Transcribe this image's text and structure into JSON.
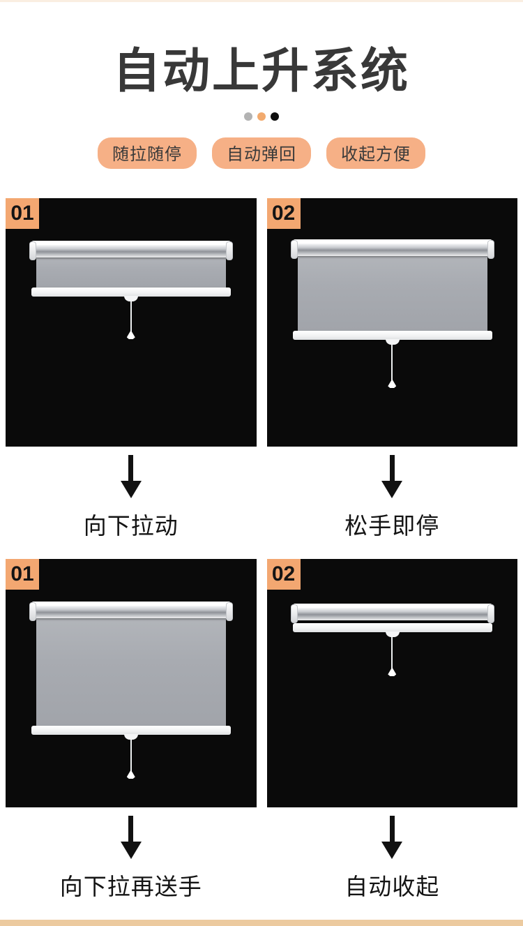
{
  "theme": {
    "accent_pill": "#f6b086",
    "accent_label": "#f3a771",
    "top_strip": "#faeee1",
    "bottom_strip": "#ecca9f",
    "panel_background": "#0a0a0a",
    "blind_fabric": "#a8abb1",
    "title_color": "#383838"
  },
  "header": {
    "title": "自动上升系统",
    "dots": [
      "#b3b3b3",
      "#f2aa6e",
      "#0f0f0f"
    ],
    "badges": [
      "随拉随停",
      "自动弹回",
      "收起方便"
    ]
  },
  "steps": [
    {
      "number": "01",
      "caption": "向下拉动"
    },
    {
      "number": "02",
      "caption": "松手即停"
    },
    {
      "number": "01",
      "caption": "向下拉再送手"
    },
    {
      "number": "02",
      "caption": "自动收起"
    }
  ]
}
